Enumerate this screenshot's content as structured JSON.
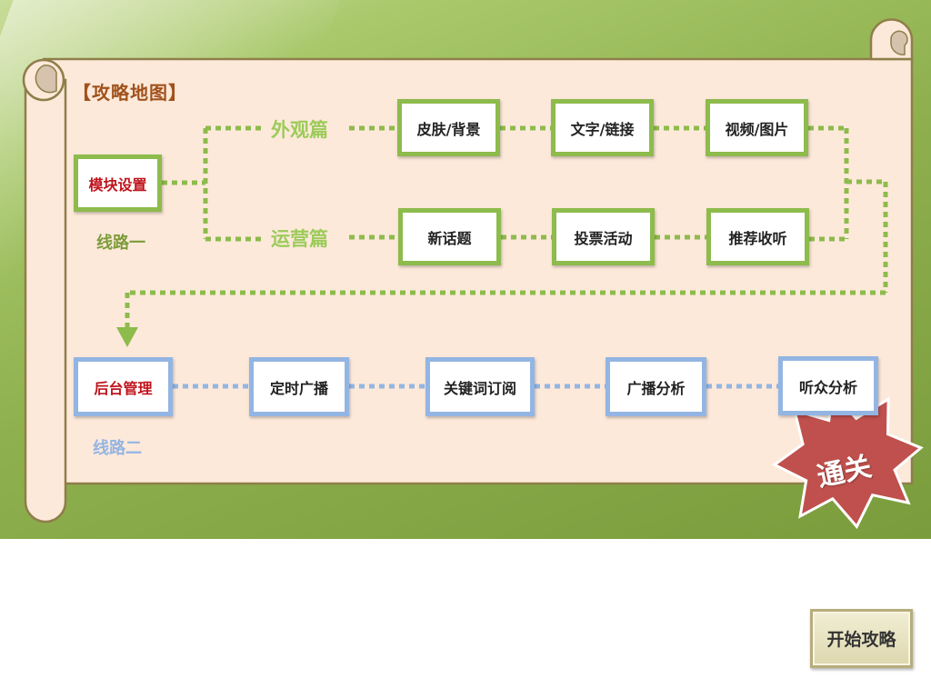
{
  "map_title": "【攻略地图】",
  "route_one": {
    "label": "线路一",
    "start_node": "模块设置",
    "branches": [
      {
        "label": "外观篇",
        "steps": [
          "皮肤/背景",
          "文字/链接",
          "视频/图片"
        ]
      },
      {
        "label": "运营篇",
        "steps": [
          "新话题",
          "投票活动",
          "推荐收听"
        ]
      }
    ]
  },
  "route_two": {
    "label": "线路二",
    "start_node": "后台管理",
    "steps": [
      "定时广播",
      "关键词订阅",
      "广播分析",
      "听众分析"
    ]
  },
  "finish_badge": "通关",
  "start_button": "开始攻略",
  "colors": {
    "route_one": "#8dbb4c",
    "route_two": "#93b5e3",
    "start_node_text": "#c0141c",
    "badge": "#c0504d",
    "scroll_fill": "#fde9da"
  }
}
